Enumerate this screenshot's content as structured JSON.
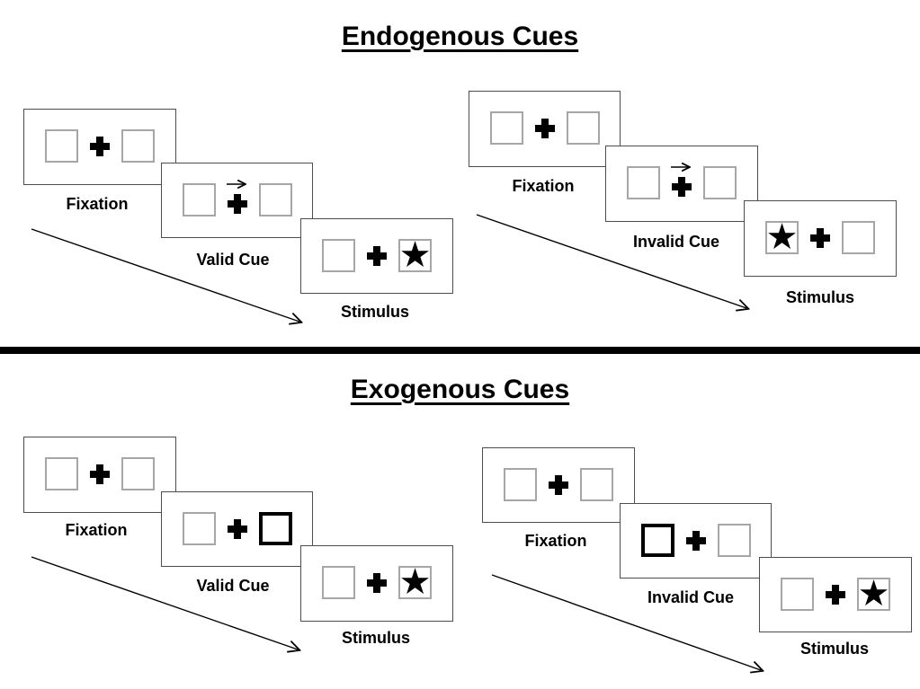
{
  "colors": {
    "ink": "#000000",
    "panel_border": "#4d4d4d",
    "box_border": "#a6a6a6",
    "divider": "#000000",
    "background": "#ffffff"
  },
  "icons": {
    "star_char": "★",
    "fixation_cross": "plus-cross",
    "cue_arrow": "right-arrow",
    "sequence_arrow": "diagonal-right-down-arrow"
  },
  "sections": [
    {
      "title": "Endogenous Cues",
      "groups": [
        {
          "name": "valid-trial",
          "panels": [
            {
              "label": "Fixation",
              "type": "fixation"
            },
            {
              "label": "Valid Cue",
              "type": "arrow-cue",
              "cue_direction": "right"
            },
            {
              "label": "Stimulus",
              "type": "stimulus",
              "star_side": "right"
            }
          ]
        },
        {
          "name": "invalid-trial",
          "panels": [
            {
              "label": "Fixation",
              "type": "fixation"
            },
            {
              "label": "Invalid Cue",
              "type": "arrow-cue",
              "cue_direction": "right"
            },
            {
              "label": "Stimulus",
              "type": "stimulus",
              "star_side": "left"
            }
          ]
        }
      ]
    },
    {
      "title": "Exogenous Cues",
      "groups": [
        {
          "name": "valid-trial",
          "panels": [
            {
              "label": "Fixation",
              "type": "fixation"
            },
            {
              "label": "Valid Cue",
              "type": "brightened-box-cue",
              "cue_side": "right"
            },
            {
              "label": "Stimulus",
              "type": "stimulus",
              "star_side": "right"
            }
          ]
        },
        {
          "name": "invalid-trial",
          "panels": [
            {
              "label": "Fixation",
              "type": "fixation"
            },
            {
              "label": "Invalid Cue",
              "type": "brightened-box-cue",
              "cue_side": "left"
            },
            {
              "label": "Stimulus",
              "type": "stimulus",
              "star_side": "right"
            }
          ]
        }
      ]
    }
  ]
}
